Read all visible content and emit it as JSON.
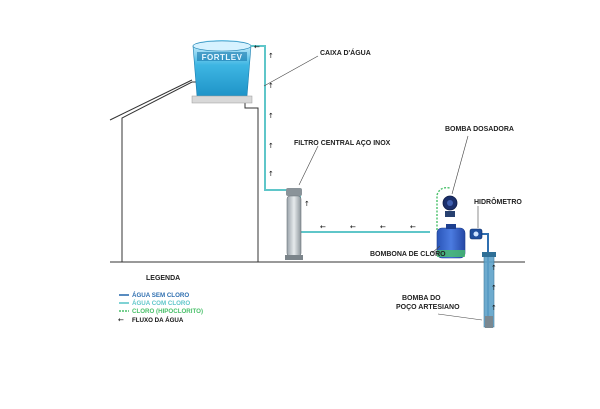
{
  "labels": {
    "caixa": "CAIXA D'ÁGUA",
    "filtro": "FILTRO CENTRAL AÇO INOX",
    "bomba_dosadora": "BOMBA DOSADORA",
    "hidrometro": "HIDRÔMETRO",
    "bombona": "BOMBONA DE CLORO",
    "bomba_poco_1": "BOMBA DO",
    "bomba_poco_2": "POÇO ARTESIANO",
    "tank_brand": "FORTLEV"
  },
  "legend": {
    "title": "LEGENDA",
    "items": [
      {
        "text": "ÁGUA SEM CLORO",
        "color": "#2f6fb0"
      },
      {
        "text": "ÁGUA COM CLORO",
        "color": "#5fc6c9"
      },
      {
        "text": "CLORO (HIPOCLORITO)",
        "color": "#49c06a"
      },
      {
        "text": "FLUXO DA ÁGUA",
        "color": "#111111"
      }
    ],
    "arrow_glyph": "←"
  },
  "colors": {
    "water_no_chlorine": "#2f6fb0",
    "water_chlorine": "#5fc6c9",
    "chlorine": "#49c06a",
    "tank": "#2aa7d6",
    "house_line": "#333333"
  },
  "icons": {
    "flow_arrow_up": "↑",
    "flow_arrow_left": "←"
  }
}
